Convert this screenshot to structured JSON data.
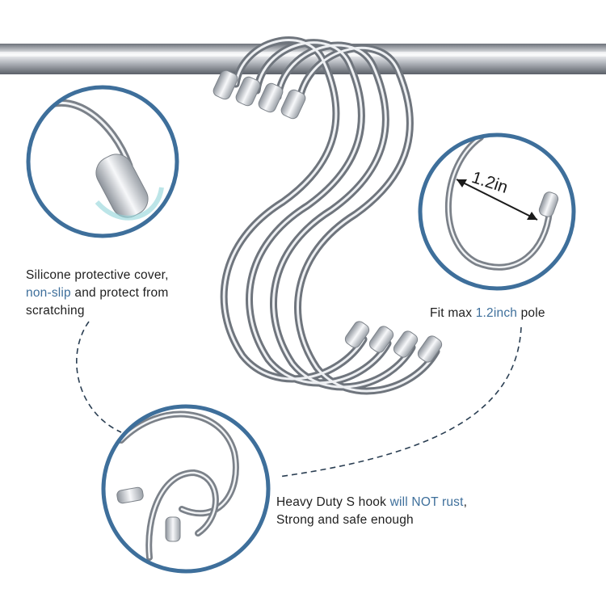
{
  "captions": {
    "silicone": {
      "line1": "Silicone protective cover,",
      "line2_highlight": "non-slip",
      "line2_rest": " and protect from",
      "line3": "scratching"
    },
    "pole": {
      "prefix": "Fit max ",
      "highlight": "1.2inch",
      "suffix": " pole"
    },
    "heavy": {
      "line1_prefix": "Heavy Duty S hook ",
      "line1_highlight": "will NOT rust",
      "line1_suffix": ",",
      "line2": "Strong and safe enough"
    }
  },
  "measurement_label": "1.2in",
  "colors": {
    "accent": "#3e6f9b",
    "circle_border": "#3e6f9b",
    "dashed_line": "#2a3e52",
    "metal_light": "#f2f4f6",
    "metal_dark": "#7a8088"
  }
}
